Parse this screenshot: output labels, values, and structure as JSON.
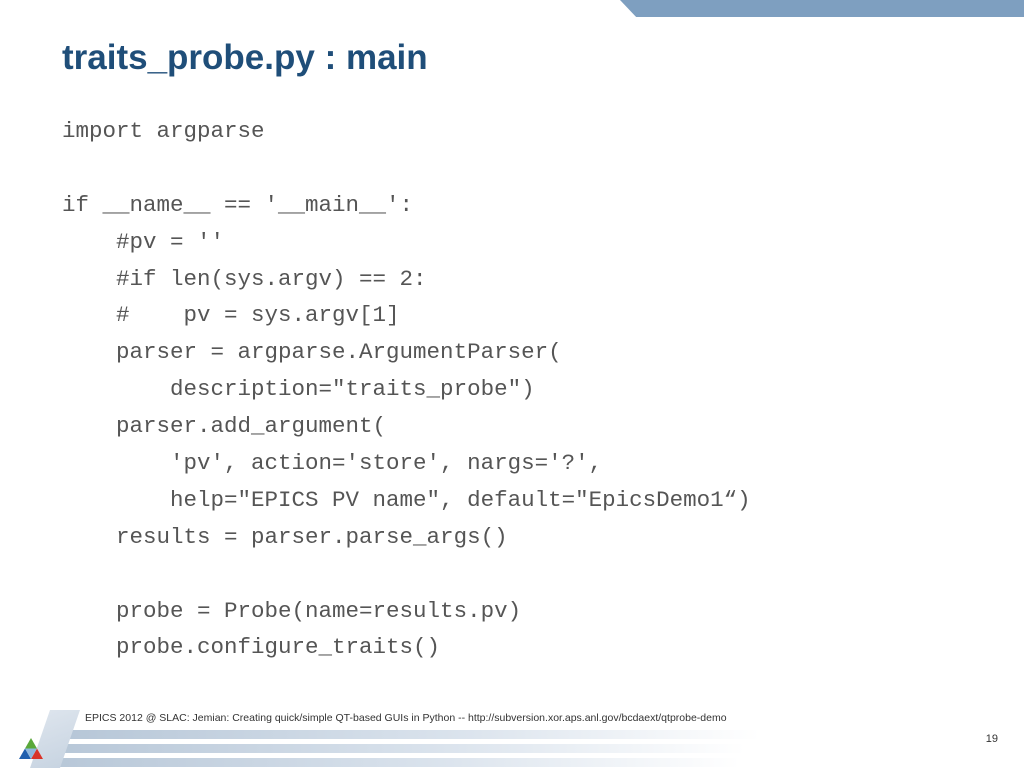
{
  "slide": {
    "title": "traits_probe.py : main",
    "code_lines": [
      "import argparse",
      "",
      "if __name__ == '__main__':",
      "    #pv = ''",
      "    #if len(sys.argv) == 2:",
      "    #    pv = sys.argv[1]",
      "    parser = argparse.ArgumentParser(",
      "        description=\"traits_probe\")",
      "    parser.add_argument(",
      "        'pv', action='store', nargs='?',",
      "        help=\"EPICS PV name\", default=\"EpicsDemo1“)",
      "    results = parser.parse_args()",
      "",
      "    probe = Probe(name=results.pv)",
      "    probe.configure_traits()"
    ],
    "footer_text": "EPICS 2012 @ SLAC: Jemian: Creating quick/simple QT-based GUIs in Python -- http://subversion.xor.aps.anl.gov/bcdaext/qtprobe-demo",
    "page_number": "19"
  },
  "colors": {
    "title": "#1f4e79",
    "code_text": "#555555",
    "top_band": "#7e9fc0",
    "logo_green": "#5aa83a",
    "logo_blue": "#1f5fae",
    "logo_red": "#d8342a"
  },
  "icons": {
    "logo": "argonne-triangle-logo-icon"
  }
}
